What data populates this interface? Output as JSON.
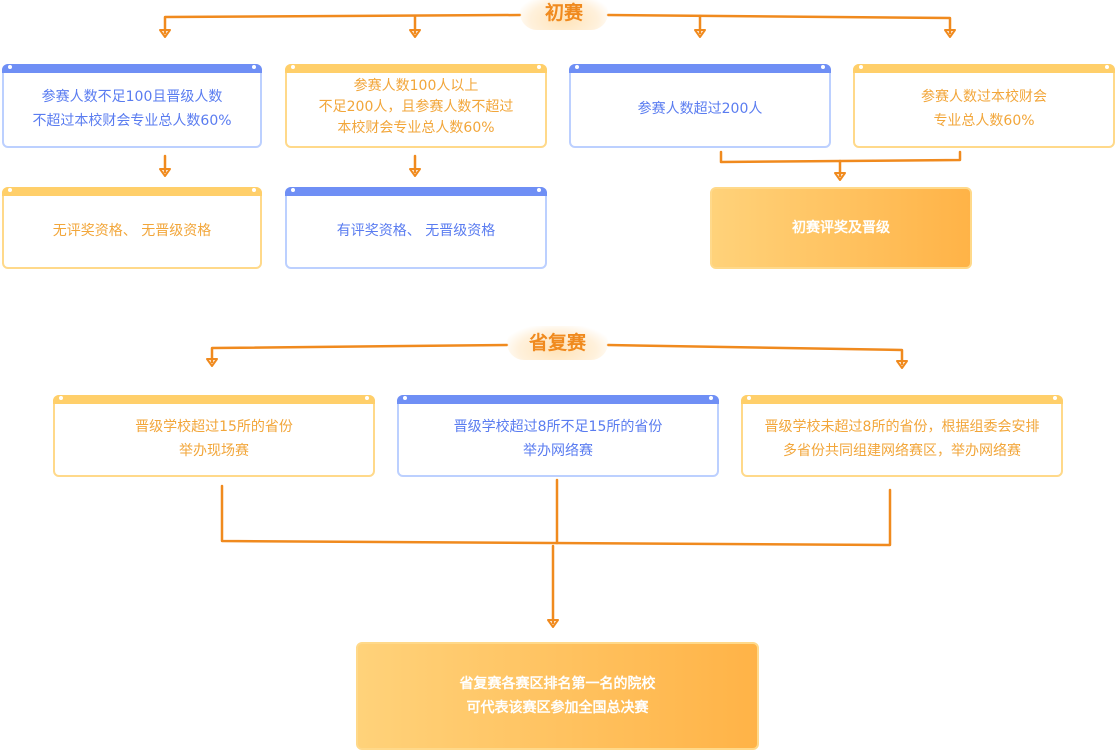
{
  "colors": {
    "connector": "#f08a1e",
    "blue_text": "#5a7cf0",
    "orange_text": "#f2a63a",
    "blue_bar": "#6f8ff5",
    "orange_bar": "#ffcf6a"
  },
  "preliminary": {
    "title": "初赛",
    "cards": [
      {
        "text": "参赛人数不足100且晋级人数\n不超过本校财会专业总人数60%"
      },
      {
        "text": "参赛人数100人以上\n不足200人，且参赛人数不超过\n本校财会专业总人数60%"
      },
      {
        "text": "参赛人数超过200人"
      },
      {
        "text": "参赛人数过本校财会\n专业总人数60%"
      }
    ],
    "outcomes": [
      {
        "text": "无评奖资格、 无晋级资格"
      },
      {
        "text": "有评奖资格、 无晋级资格"
      }
    ],
    "result": "初赛评奖及晋级"
  },
  "provincial": {
    "title": "省复赛",
    "cards": [
      {
        "text": "晋级学校超过15所的省份\n举办现场赛"
      },
      {
        "text": "晋级学校超过8所不足15所的省份\n举办网络赛"
      },
      {
        "text": "晋级学校未超过8所的省份，根据组委会安排\n多省份共同组建网络赛区，举办网络赛"
      }
    ],
    "result": "省复赛各赛区排名第一名的院校\n可代表该赛区参加全国总决赛"
  }
}
